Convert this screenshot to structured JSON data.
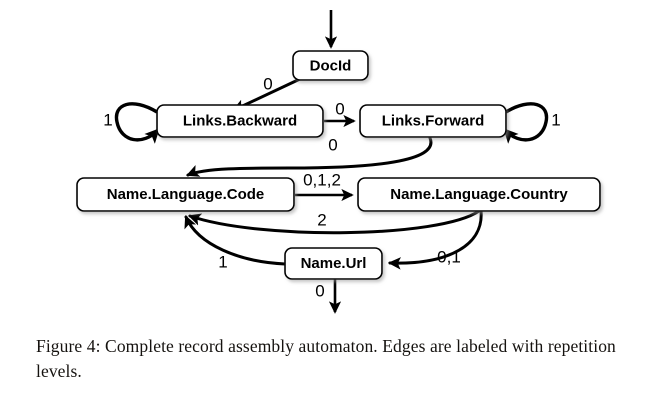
{
  "figure": {
    "caption": "Figure 4: Complete record assembly automaton. Edges are labeled with repetition levels.",
    "caption_label": "Figure 4:",
    "caption_text": "Complete record assembly automaton. Edges are labeled with repetition levels."
  },
  "colors": {
    "background": "#ffffff",
    "stroke": "#000000",
    "text": "#000000",
    "caption_text": "#15120f"
  },
  "diagram": {
    "type": "state-machine",
    "title": "Complete record assembly automaton",
    "states": [
      {
        "id": "docid",
        "label": "DocId"
      },
      {
        "id": "links_backward",
        "label": "Links.Backward"
      },
      {
        "id": "links_forward",
        "label": "Links.Forward"
      },
      {
        "id": "name_language_code",
        "label": "Name.Language.Code"
      },
      {
        "id": "name_language_country",
        "label": "Name.Language.Country"
      },
      {
        "id": "name_url",
        "label": "Name.Url"
      }
    ],
    "edges": [
      {
        "id": "start-docid",
        "from": "start",
        "to": "docid",
        "label": ""
      },
      {
        "id": "docid-links_backward",
        "from": "docid",
        "to": "links_backward",
        "label": "0"
      },
      {
        "id": "links_backward-self",
        "from": "links_backward",
        "to": "links_backward",
        "label": "1"
      },
      {
        "id": "links_backward-links_forward",
        "from": "links_backward",
        "to": "links_forward",
        "label": "0"
      },
      {
        "id": "links_forward-self",
        "from": "links_forward",
        "to": "links_forward",
        "label": "1"
      },
      {
        "id": "links_forward-name_language_code",
        "from": "links_forward",
        "to": "name_language_code",
        "label": "0"
      },
      {
        "id": "name_language_code-name_language_country",
        "from": "name_language_code",
        "to": "name_language_country",
        "label": "0,1,2"
      },
      {
        "id": "name_language_country-name_language_code",
        "from": "name_language_country",
        "to": "name_language_code",
        "label": "2"
      },
      {
        "id": "name_language_country-name_url",
        "from": "name_language_country",
        "to": "name_url",
        "label": "0,1"
      },
      {
        "id": "name_url-name_language_code",
        "from": "name_url",
        "to": "name_language_code",
        "label": "1"
      },
      {
        "id": "name_url-end",
        "from": "name_url",
        "to": "end",
        "label": "0"
      }
    ]
  }
}
